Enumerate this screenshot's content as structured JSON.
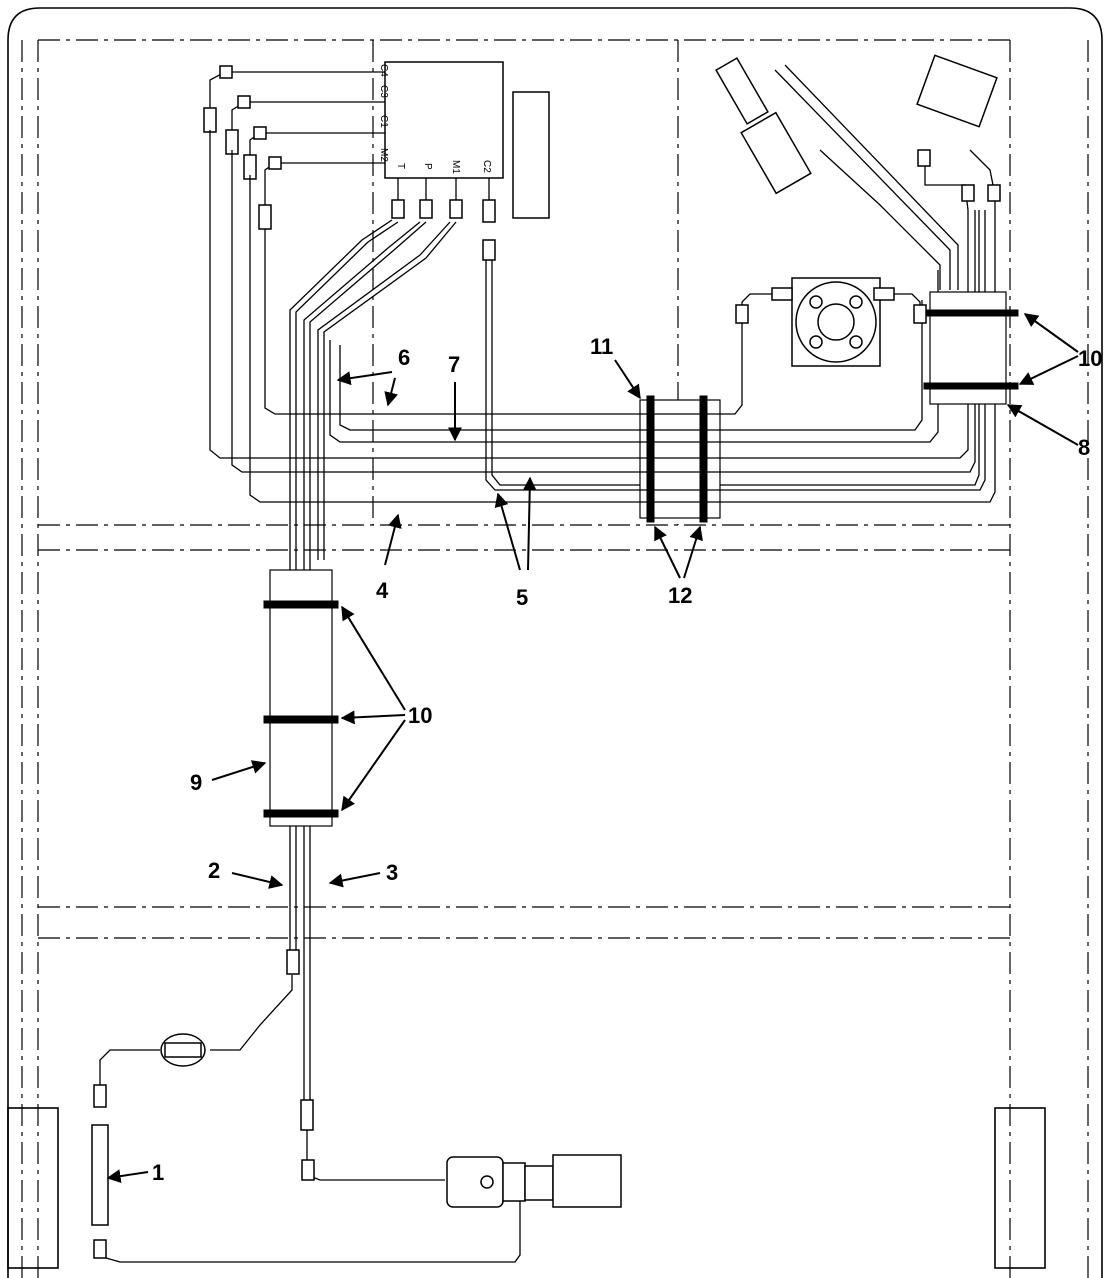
{
  "callouts": {
    "c1": "1",
    "c2": "2",
    "c3": "3",
    "c4": "4",
    "c5": "5",
    "c6": "6",
    "c7": "7",
    "c8": "8",
    "c9": "9",
    "c10a": "10",
    "c10b": "10",
    "c11": "11",
    "c12": "12"
  },
  "ports": {
    "c4": "C4",
    "c3": "C3",
    "c1": "C1",
    "m2": "M2",
    "t": "T",
    "p": "P",
    "m1": "M1",
    "c2": "C2"
  }
}
